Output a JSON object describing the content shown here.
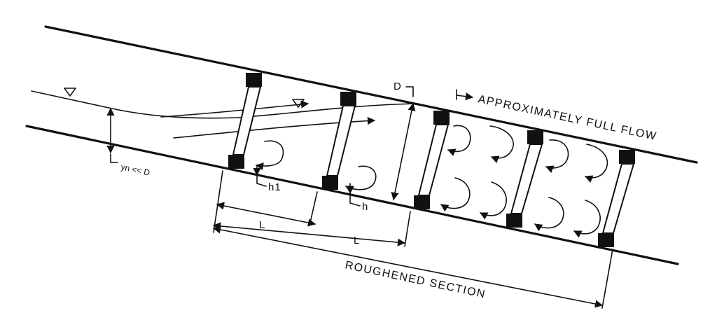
{
  "labels": {
    "full_flow": "APPROXIMATELY FULL FLOW",
    "roughened_section": "ROUGHENED SECTION",
    "depth": "D",
    "spacing_1": "L",
    "spacing_2": "L",
    "roughness_height_1": "h1",
    "roughness_height_2": "h",
    "normal_depth_relation": "yn << D"
  }
}
